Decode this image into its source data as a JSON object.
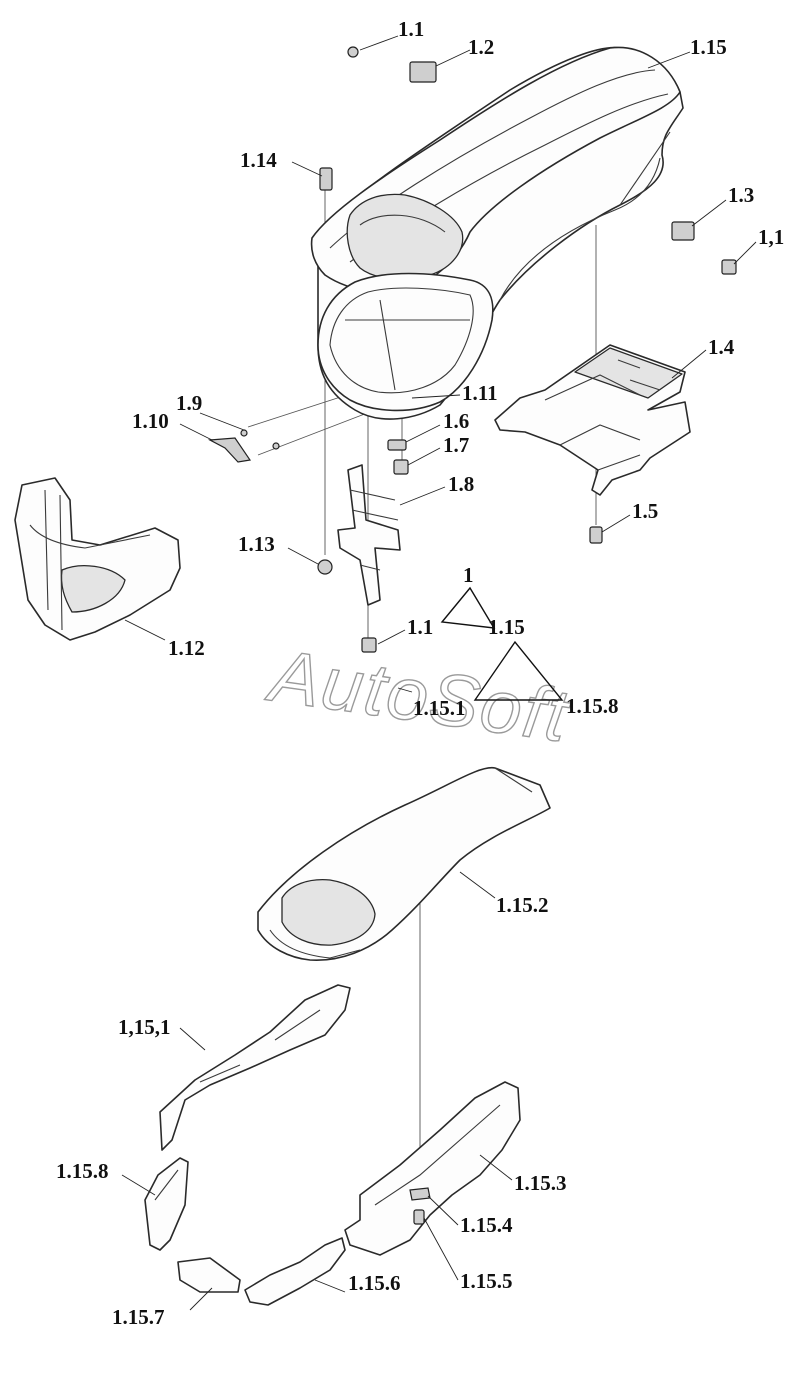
{
  "diagram": {
    "watermark": "AutoSoft",
    "callouts": {
      "c_1_1_top": "1.1",
      "c_1_2": "1.2",
      "c_1_15_top": "1.15",
      "c_1_14": "1.14",
      "c_1_3": "1.3",
      "c_1_1_right": "1,1",
      "c_1_4": "1.4",
      "c_1_9": "1.9",
      "c_1_10": "1.10",
      "c_1_11": "1.11",
      "c_1_6": "1.6",
      "c_1_7": "1.7",
      "c_1_8": "1.8",
      "c_1_5": "1.5",
      "c_1_13": "1.13",
      "c_1_12": "1.12",
      "c_1_15_1_mid": "1.15.1",
      "c_1_15_8_mid": "1.15.8",
      "c_1_15_2": "1.15.2",
      "c_1_15_1_low": "1,15,1",
      "c_1_15_8_low": "1.15.8",
      "c_1_15_3": "1.15.3",
      "c_1_15_4": "1.15.4",
      "c_1_15_5": "1.15.5",
      "c_1_15_6": "1.15.6",
      "c_1_15_7": "1.15.7"
    },
    "hierarchy": {
      "root": "1",
      "child_left": "1.1",
      "child_right": "1.15",
      "sub_left": "1.15.1",
      "sub_right": "1.15.8"
    }
  }
}
